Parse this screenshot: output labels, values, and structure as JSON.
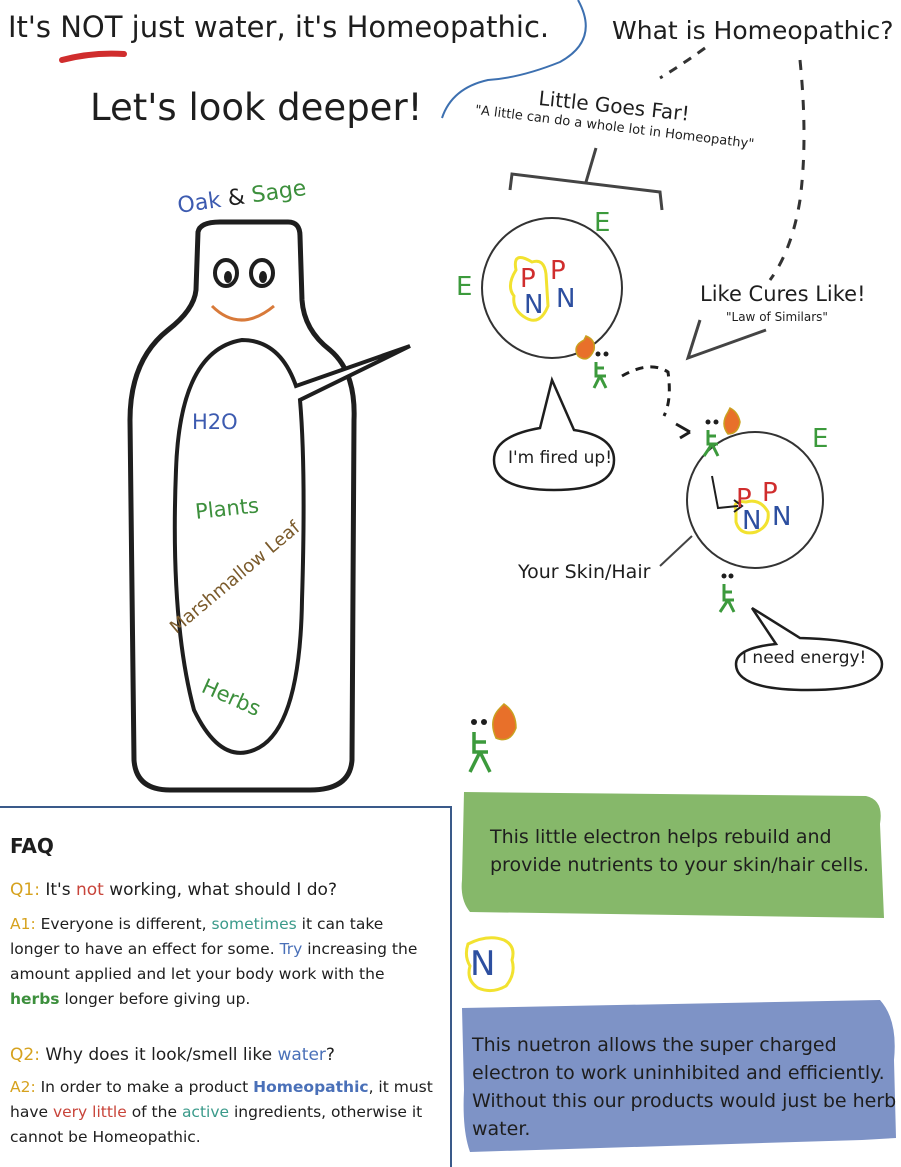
{
  "header": {
    "title_pre": "It's ",
    "title_not": "NOT",
    "title_post": " just water, it's Homeopathic.",
    "subtitle": "Let's look deeper!",
    "question": "What is Homeopathic?"
  },
  "concepts": {
    "little_goes_far": "Little Goes Far!",
    "little_goes_far_quote": "\"A little can do a whole lot in Homeopathy\"",
    "like_cures_like": "Like Cures Like!",
    "like_cures_like_quote": "\"Law of Similars\""
  },
  "bottle": {
    "brand_oak": "Oak",
    "brand_amp": "&",
    "brand_sage": "Sage",
    "ingredients": [
      "H2O",
      "Plants",
      "Marshmallow Leaf",
      "Herbs"
    ]
  },
  "diagram": {
    "speech_fired": "I'm fired up!",
    "speech_energy": "I need energy!",
    "skin_label": "Your Skin/Hair",
    "letter_e": "E",
    "letter_p": "P",
    "letter_n": "N"
  },
  "faq": {
    "title": "FAQ",
    "q1_tag": "Q1:",
    "q1_a": " It's ",
    "q1_not": "not",
    "q1_b": " working, what should I do?",
    "a1_tag": "A1:",
    "a1_a": " Everyone is different, ",
    "a1_sometimes": "sometimes",
    "a1_b": " it can take longer to have an effect for some. ",
    "a1_try": "Try",
    "a1_c": " increasing the amount applied and let your body work with the ",
    "a1_herbs": "herbs",
    "a1_d": " longer before giving up.",
    "q2_tag": "Q2:",
    "q2_a": " Why does it look/smell like ",
    "q2_water": "water",
    "q2_b": "?",
    "a2_tag": "A2:",
    "a2_a": " In order to make a product ",
    "a2_homeo": "Homeopathic",
    "a2_b": ", it must have ",
    "a2_little": "very little",
    "a2_c": " of the ",
    "a2_active": "active",
    "a2_d": " ingredients, otherwise it cannot be Homeopathic."
  },
  "callouts": {
    "electron_text": "This little electron helps rebuild and provide nutrients to your skin/hair cells.",
    "neutron_icon_letter": "N",
    "neutron_text": "This nuetron allows the super charged electron to work uninhibited and efficiently. Without this our products would just be herb water."
  },
  "colors": {
    "green_box": "#86b86a",
    "blue_box": "#7e93c6",
    "accent_red": "#d02d2d",
    "accent_green": "#3c9a3c",
    "accent_blue": "#2d4fa0",
    "yellow_glow": "#f2e230",
    "flame": "#e8702a"
  }
}
